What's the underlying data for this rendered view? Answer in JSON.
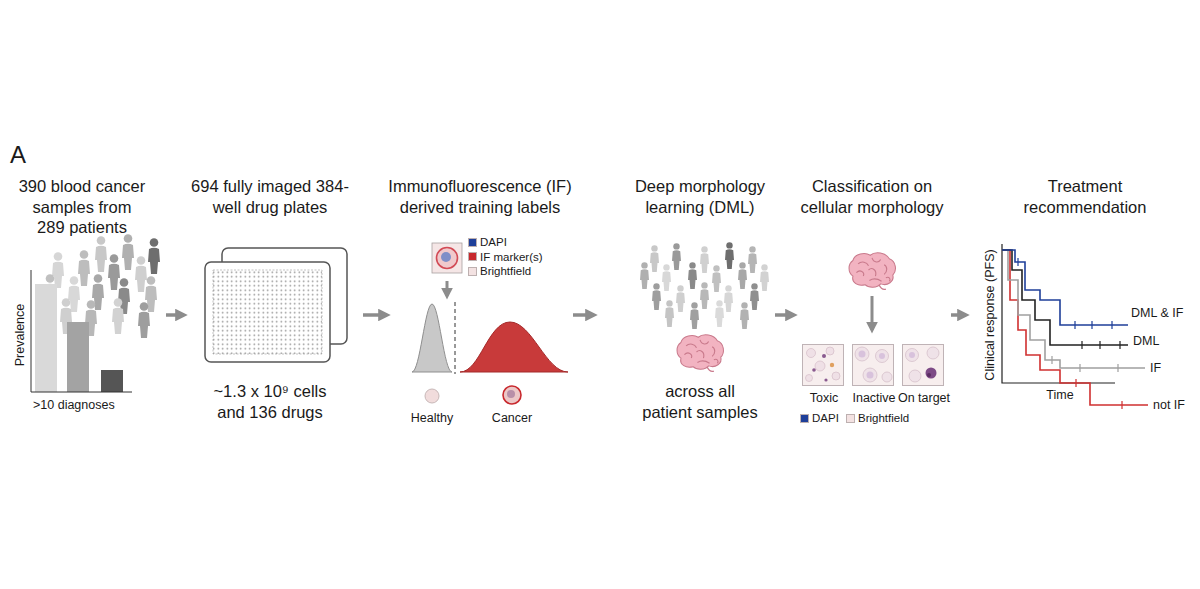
{
  "diagram": {
    "nodes": [
      {
        "text": [
          "390 blood cancer samples from 289 patients"
        ]
      },
      {
        "text": [
          "694 fully imaged 384-well drug plates",
          "~1.3 x 10⁹ cells and 136 drugs"
        ]
      },
      {
        "text": [
          "Immunofluorescence (IF) derived training labels"
        ]
      },
      {
        "text": [
          "Deep morphology learning (DML)",
          "across all patient samples"
        ]
      },
      {
        "text": [
          "Classification on cellular morphology"
        ]
      },
      {
        "text": [
          "Treatment recommendation"
        ]
      },
      {
        "text": [
          "Toxic"
        ],
        "in": 4
      },
      {
        "text": [
          "Inactive"
        ],
        "in": 4
      },
      {
        "text": [
          "On target"
        ],
        "in": 4
      }
    ],
    "edges": [
      {
        "from": 0,
        "to": 1,
        "arrow": "to"
      },
      {
        "from": 1,
        "to": 2,
        "arrow": "to"
      },
      {
        "from": 2,
        "to": 3,
        "arrow": "to"
      },
      {
        "from": 3,
        "to": 4,
        "arrow": "to"
      },
      {
        "from": 4,
        "to": 5,
        "arrow": "to"
      }
    ],
    "labels": [
      "A",
      "Prevalence",
      ">10 diagnoses",
      "Healthy",
      "Cancer",
      "Clinical response (PFS)",
      "Time",
      "DML & IF",
      "DML",
      "IF",
      "not IF"
    ],
    "legend": [
      {
        "text": "DAPI",
        "color": "#1f3f99"
      },
      {
        "text": "IF marker(s)",
        "color": "#c8282d"
      },
      {
        "text": "Brightfield",
        "color": "#f3e2e2"
      },
      {
        "text": "DAPI",
        "color": "#1f3f99"
      },
      {
        "text": "Brightfield",
        "color": "#f3e2e2"
      }
    ]
  }
}
